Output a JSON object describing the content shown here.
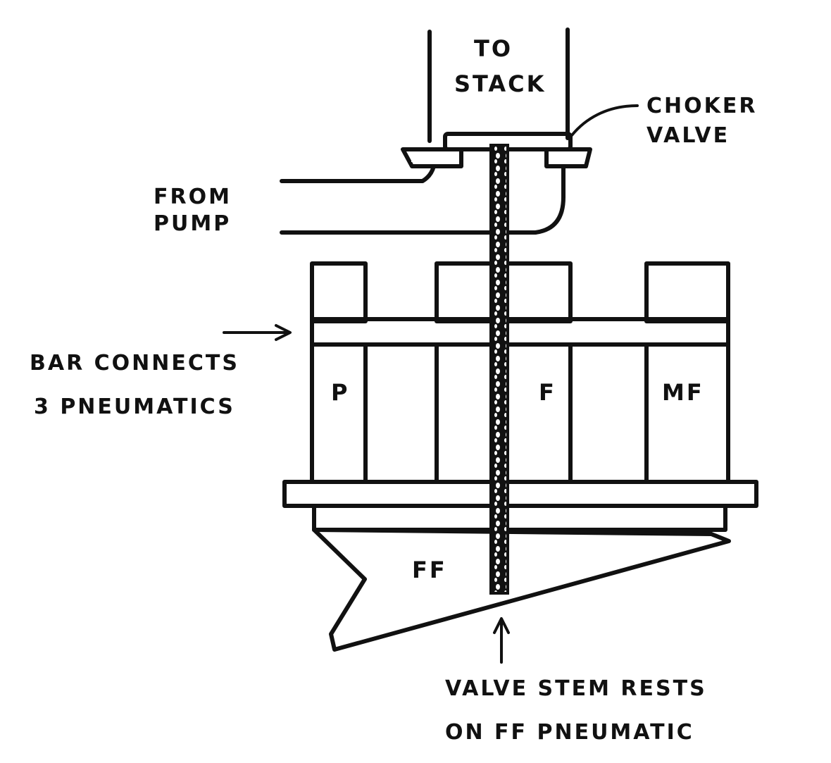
{
  "labels": {
    "to_stack_line1": "TO",
    "to_stack_line2": "STACK",
    "choker_line1": "CHOKER",
    "choker_line2": "VALVE",
    "from_pump_line1": "FROM",
    "from_pump_line2": "PUMP",
    "bar_line1": "BAR CONNECTS",
    "bar_line2": "3 PNEUMATICS",
    "stem_line1": "VALVE STEM RESTS",
    "stem_line2": "ON FF PNEUMATIC",
    "pneumatic_p": "P",
    "pneumatic_f": "F",
    "pneumatic_mf": "MF",
    "pneumatic_ff": "FF"
  }
}
